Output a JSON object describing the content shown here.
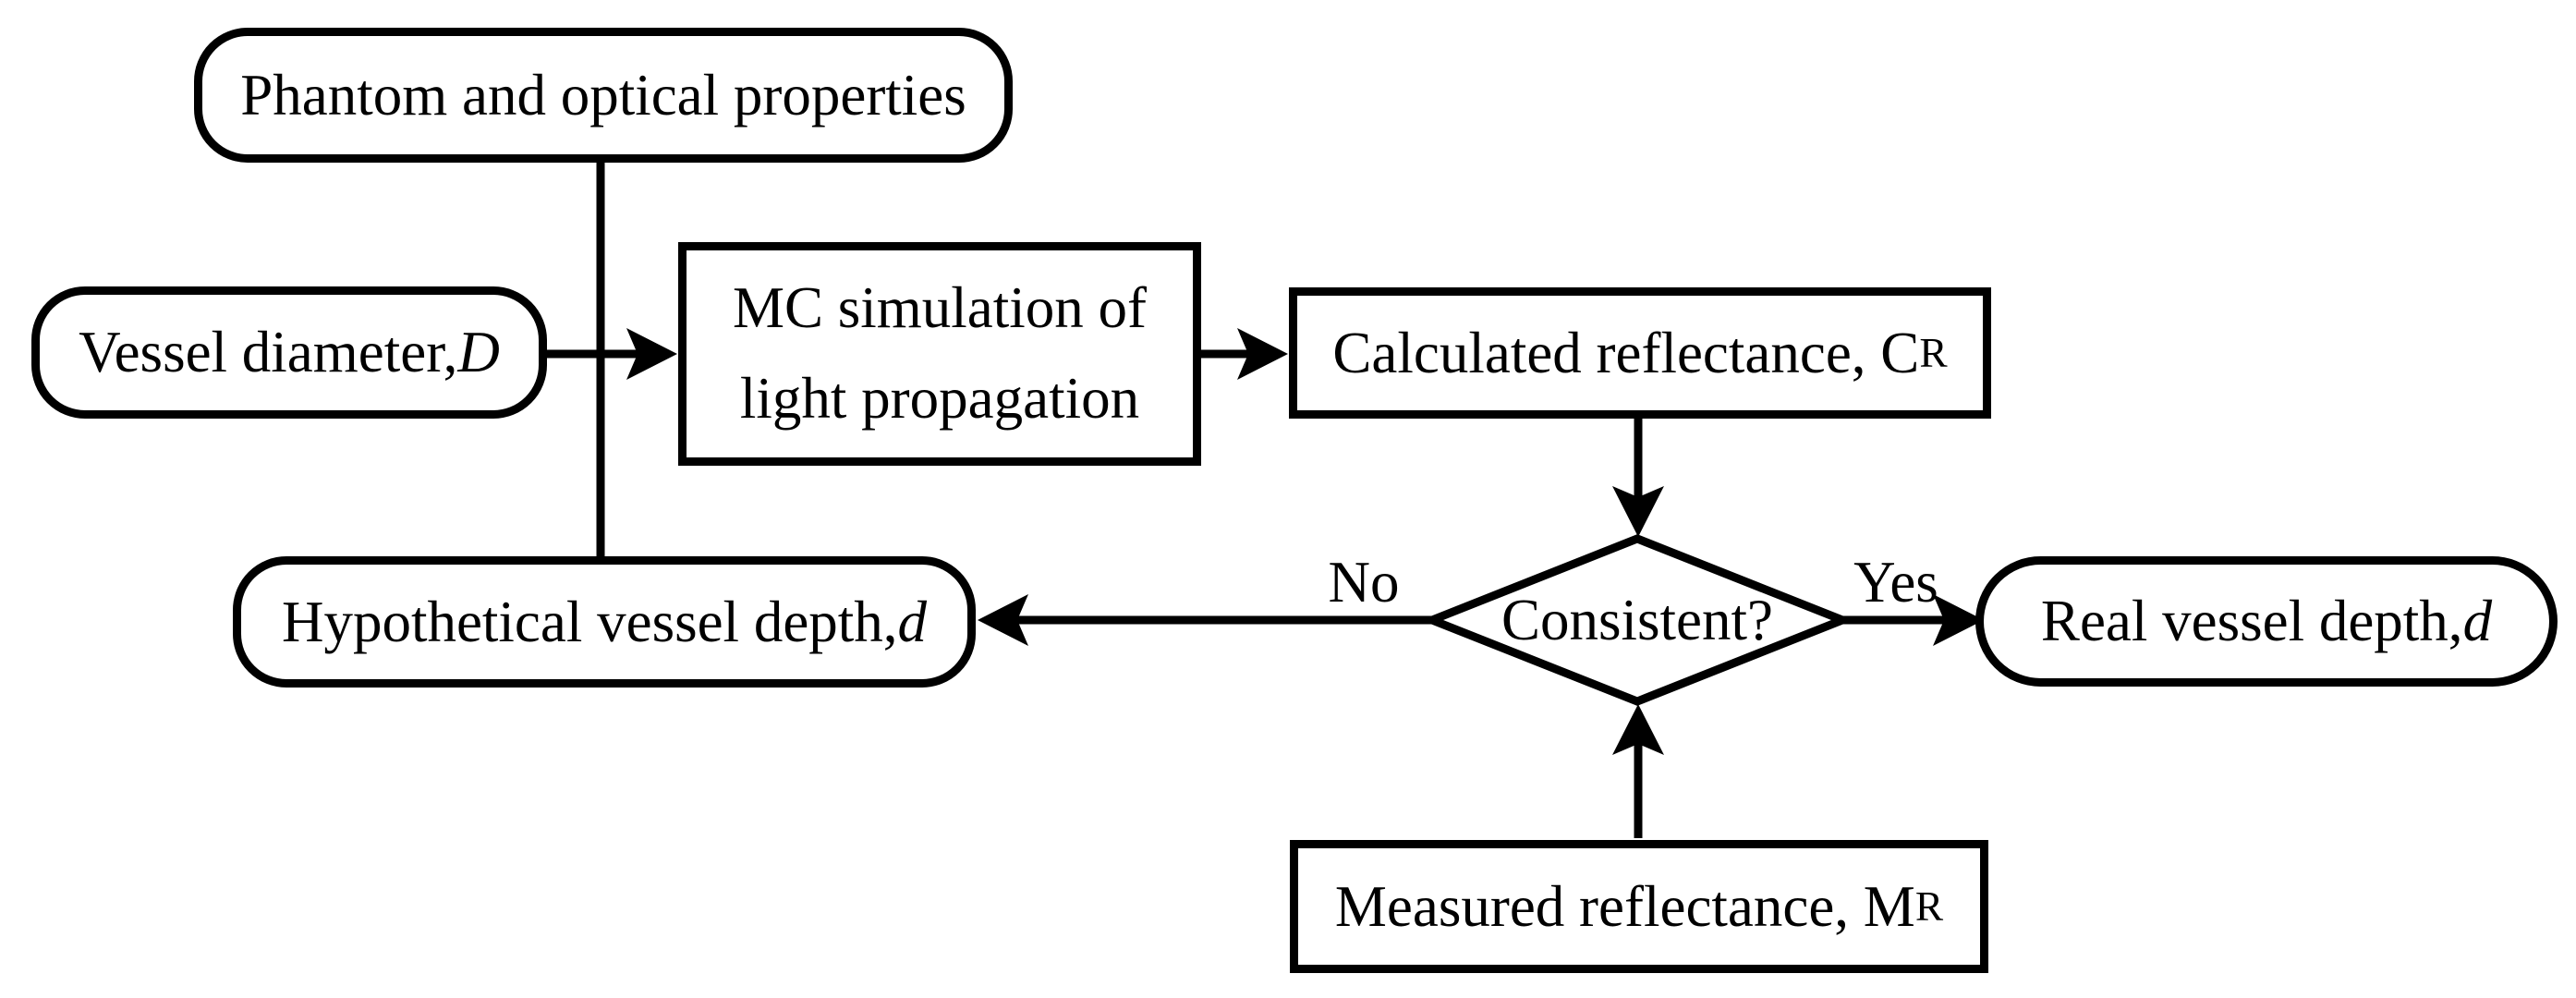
{
  "figure": {
    "background": "#ffffff",
    "stroke_color": "#000000",
    "nodes": {
      "phantom": {
        "label": "Phantom and optical properties"
      },
      "vessel_diameter": {
        "label": "Vessel diameter, ",
        "symbol": "D"
      },
      "mc_simulation": {
        "line1": "MC simulation of",
        "line2": "light propagation"
      },
      "calculated_reflectance": {
        "label": "Calculated reflectance, C",
        "subscript": "R"
      },
      "decision": {
        "label": "Consistent?"
      },
      "hypothetical_depth": {
        "label": "Hypothetical vessel depth, ",
        "symbol": "d"
      },
      "real_depth": {
        "label": "Real vessel depth, ",
        "symbol": "d"
      },
      "measured_reflectance": {
        "label": "Measured reflectance, M",
        "subscript": "R"
      }
    },
    "edge_labels": {
      "no": "No",
      "yes": "Yes"
    }
  }
}
